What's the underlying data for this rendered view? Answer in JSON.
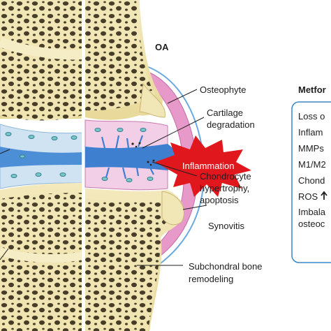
{
  "panel": {
    "title": "OA"
  },
  "labels": {
    "osteophyte": "Osteophyte",
    "cartilage_degradation": [
      "Cartilage",
      "degradation"
    ],
    "inflammation": "Inflammation",
    "chondrocyte": [
      "Chondrocyte",
      "hypertrophy,",
      "apoptosis"
    ],
    "synovitis": "Synovitis",
    "subchondral": [
      "Subchondral bone",
      "remodeling"
    ]
  },
  "side_box": {
    "title": "Metfor",
    "items": [
      "Loss o",
      "Inflam",
      "MMPs",
      "M1/M2",
      "Chond",
      "ROS",
      "Imbala",
      "osteoc"
    ]
  },
  "colors": {
    "bone": "#f1e6b5",
    "bone_pore": "#2a2112",
    "cartilage": "#cfe3f3",
    "synovium": "#e79ac9",
    "inflammation": "#e0181d",
    "box_border": "#3b86c6"
  }
}
